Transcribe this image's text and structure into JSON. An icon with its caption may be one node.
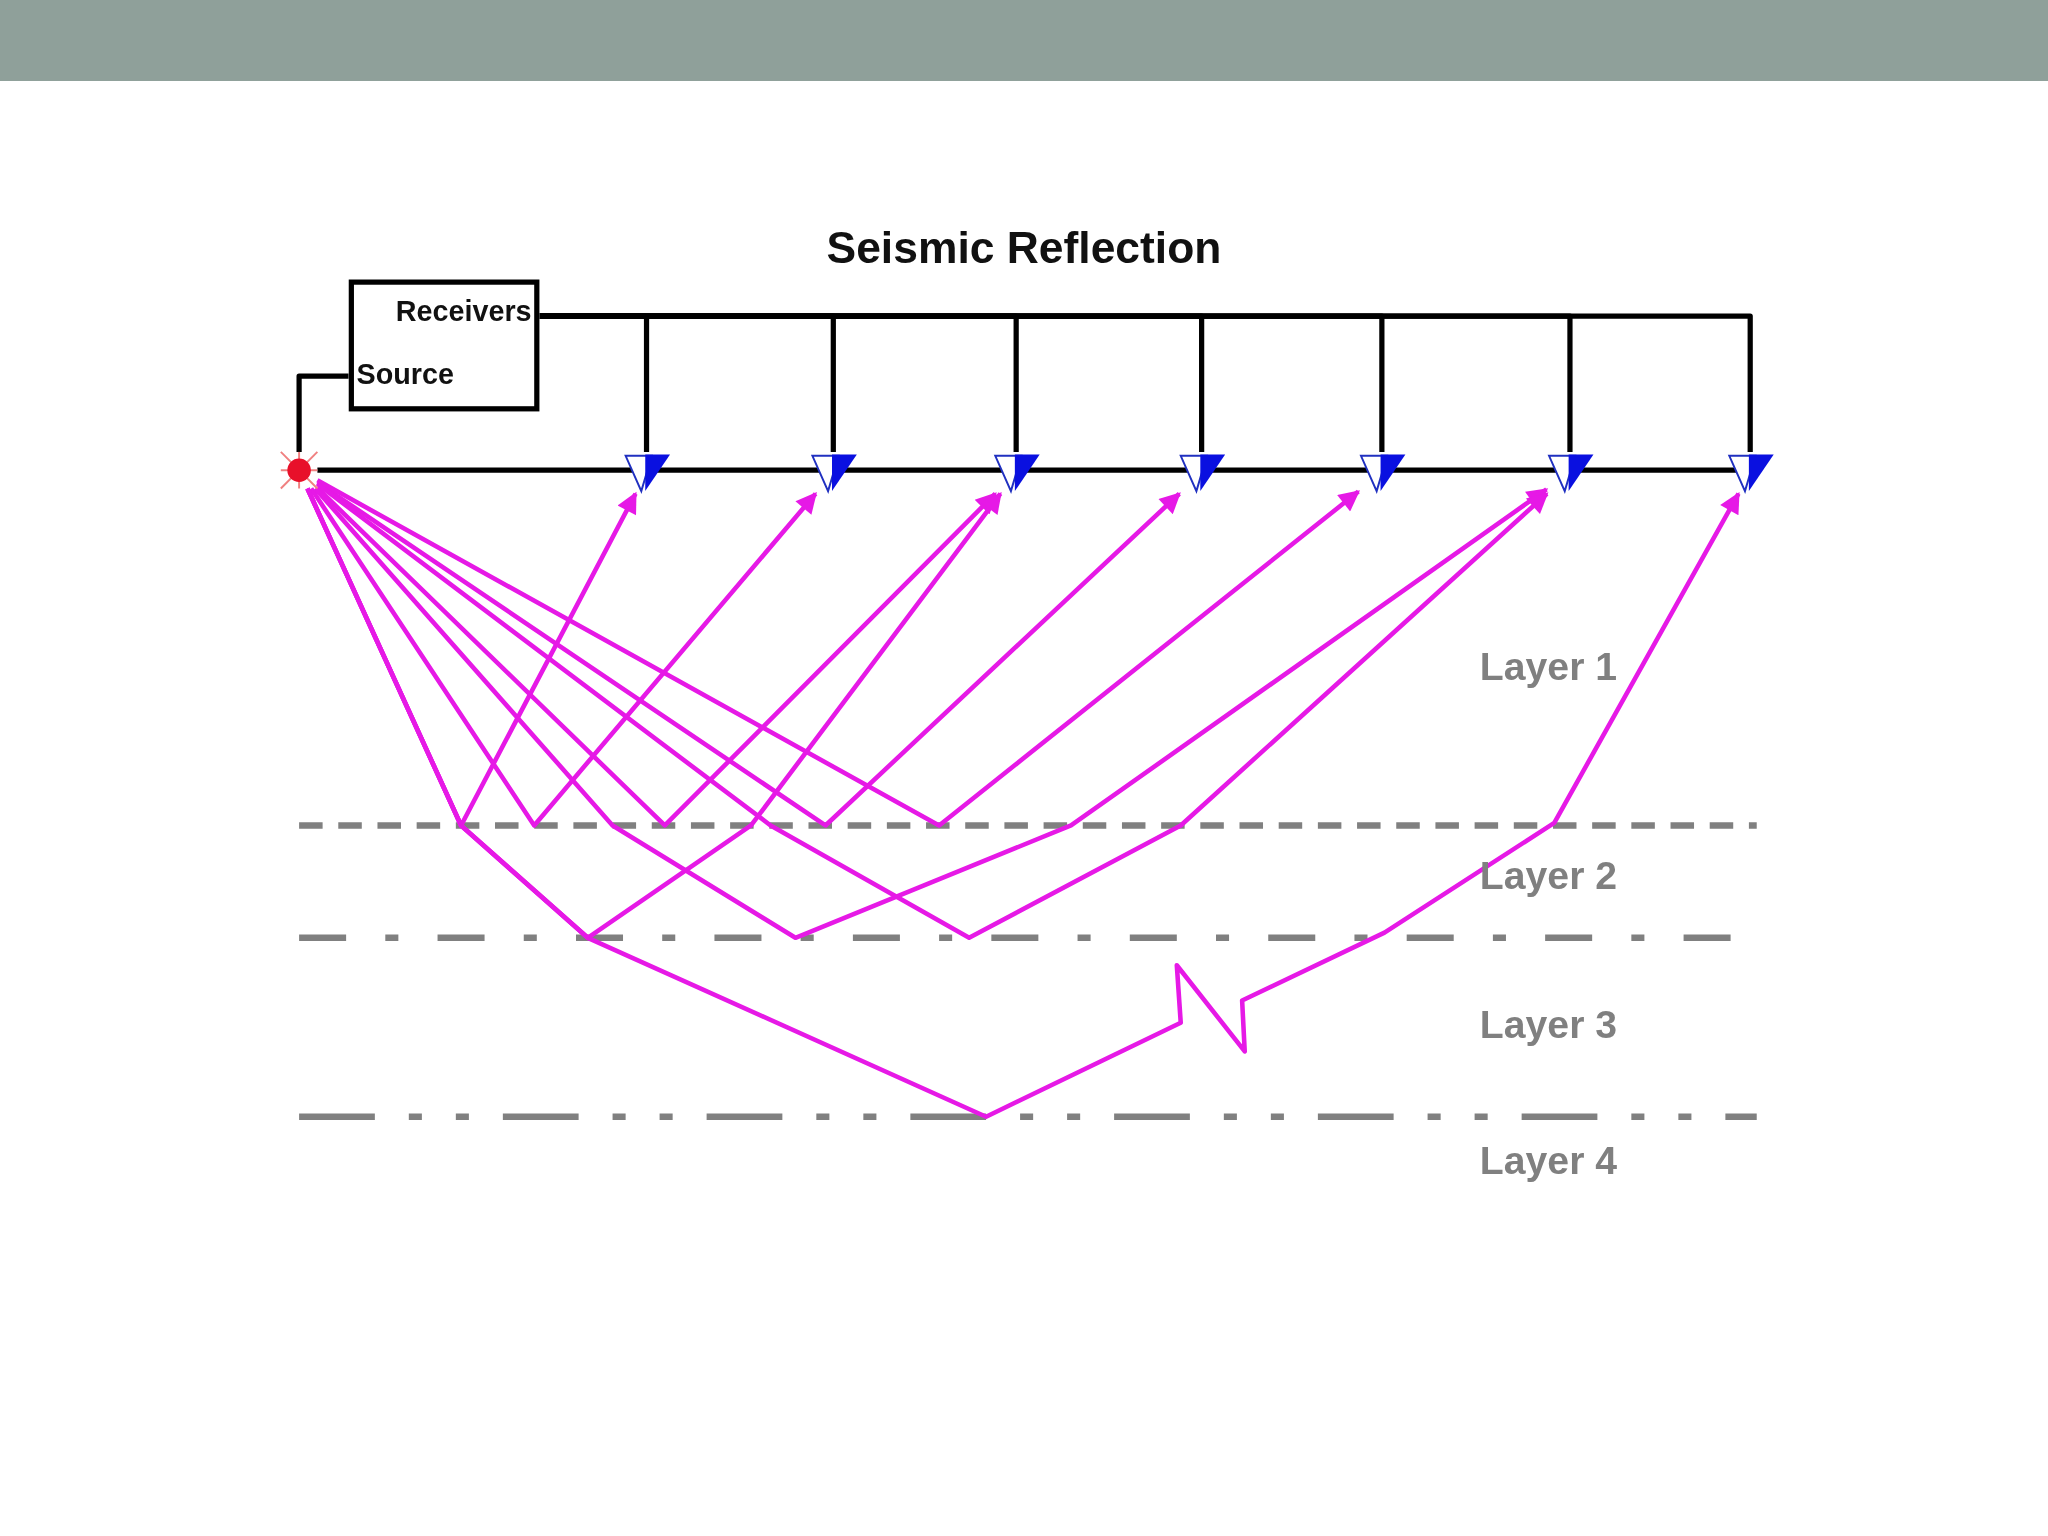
{
  "diagram": {
    "title": "Seismic Reflection",
    "nodes": [
      {
        "text": [
          "Receivers",
          "Source"
        ]
      },
      {
        "text": [],
        "shape": "star"
      },
      {
        "text": [],
        "shape": "triangle"
      },
      {
        "text": [],
        "shape": "triangle"
      },
      {
        "text": [],
        "shape": "triangle"
      },
      {
        "text": [],
        "shape": "triangle"
      },
      {
        "text": [],
        "shape": "triangle"
      },
      {
        "text": [],
        "shape": "triangle"
      },
      {
        "text": [],
        "shape": "triangle"
      }
    ],
    "edges": [
      {
        "from": 0,
        "to": 1,
        "arrow": "none",
        "color": "#000000"
      },
      {
        "from": 0,
        "to": 2,
        "arrow": "none",
        "color": "#000000"
      },
      {
        "from": 0,
        "to": 3,
        "arrow": "none",
        "color": "#000000"
      },
      {
        "from": 0,
        "to": 4,
        "arrow": "none",
        "color": "#000000"
      },
      {
        "from": 0,
        "to": 5,
        "arrow": "none",
        "color": "#000000"
      },
      {
        "from": 0,
        "to": 6,
        "arrow": "none",
        "color": "#000000"
      },
      {
        "from": 0,
        "to": 7,
        "arrow": "none",
        "color": "#000000"
      },
      {
        "from": 0,
        "to": 8,
        "arrow": "none",
        "color": "#000000"
      },
      {
        "from": 1,
        "to": 2,
        "arrow": "to"
      },
      {
        "from": 1,
        "to": 3,
        "arrow": "to"
      },
      {
        "from": 1,
        "to": 4,
        "arrow": "to"
      },
      {
        "from": 1,
        "to": 4,
        "arrow": "to"
      },
      {
        "from": 1,
        "to": 5,
        "arrow": "to"
      },
      {
        "from": 1,
        "to": 6,
        "arrow": "to"
      },
      {
        "from": 1,
        "to": 7,
        "arrow": "to"
      },
      {
        "from": 1,
        "to": 7,
        "arrow": "to"
      },
      {
        "from": 1,
        "to": 8,
        "arrow": "to"
      }
    ],
    "labels": [
      "Layer 1",
      "Layer 2",
      "Layer 3",
      "Layer 4"
    ]
  }
}
